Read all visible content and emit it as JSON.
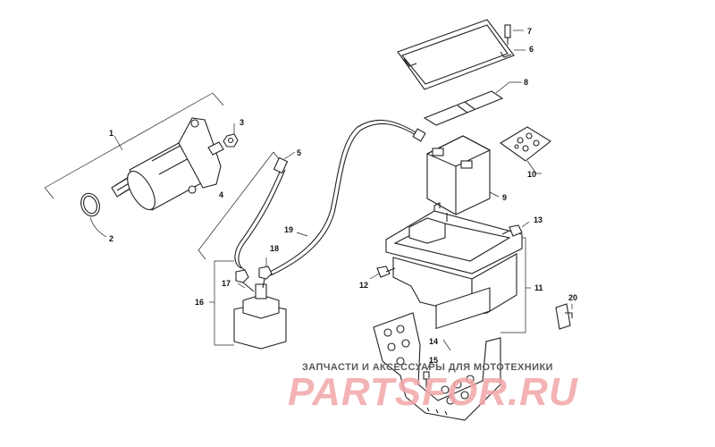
{
  "callouts": {
    "c1": "1",
    "c2": "2",
    "c3": "3",
    "c4": "4",
    "c5": "5",
    "c6": "6",
    "c7": "7",
    "c8": "8",
    "c9": "9",
    "c10": "10",
    "c11": "11",
    "c12": "12",
    "c13": "13",
    "c14": "14",
    "c15": "15",
    "c16": "16",
    "c17": "17",
    "c18": "18",
    "c19": "19",
    "c20": "20"
  },
  "watermark": {
    "tagline": "ЗАПЧАСТИ И АКСЕССУАРЫ ДЛЯ МОТОТЕХНИКИ",
    "logo": "PARTSFOR.RU"
  },
  "colors": {
    "line": "#222222",
    "watermark_logo": "#f2a6a8",
    "watermark_text": "#5a5a5a"
  }
}
